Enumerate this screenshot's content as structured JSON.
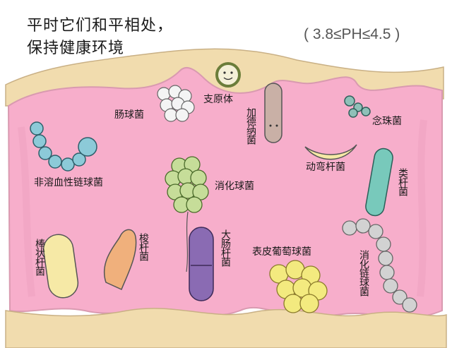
{
  "title": {
    "line1": "平时它们和平相处，",
    "line2": "保持健康环境",
    "ph_range": "( 3.8≤PH≤4.5 )"
  },
  "colors": {
    "background": "#ffffff",
    "wall_pink": "#f7aecb",
    "wall_outline": "#d99ab0",
    "wall_top_tan": "#f1dcae"
  },
  "labels": {
    "enterococcus": "肠球菌",
    "bacteroides": "支原体",
    "gardnerella": "加德纳菌",
    "micrococcus": "念珠菌",
    "non_hemolytic_strep": "非溶血性链球菌",
    "mobiluncus": "动弯杆菌",
    "lactobacillus_like": "类杆菌",
    "peptococcus": "消化球菌",
    "lactobacillus": "棒状杆菌",
    "bifidobacterium": "梭杆菌",
    "e_coli": "大肠杆菌",
    "staph_epidermidis": "表皮葡萄球菌",
    "peptostreptococcus": "消化链球菌"
  }
}
